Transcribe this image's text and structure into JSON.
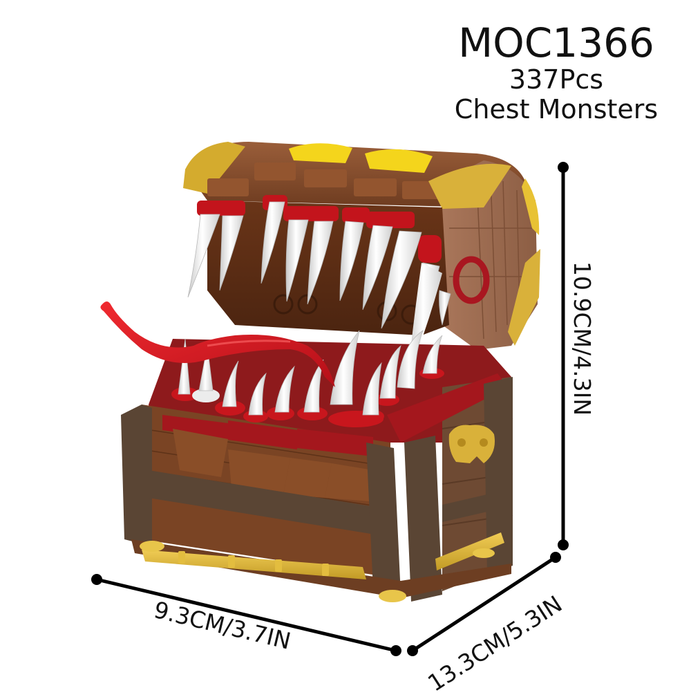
{
  "product": {
    "code": "MOC1366",
    "pieces": "337Pcs",
    "name": "Chest Monsters"
  },
  "dimensions": {
    "height": "10.9CM/4.3IN",
    "width": "9.3CM/3.7IN",
    "depth": "13.3CM/5.3IN"
  },
  "colors": {
    "background": "#ffffff",
    "text": "#111111",
    "dark_brown": "#5a4534",
    "reddish_brown": "#7a4424",
    "medium_brown": "#9a6a4a",
    "tan_brown": "#b08060",
    "dark_red": "#8e1a1c",
    "red": "#c8161d",
    "bright_red": "#e3202a",
    "white_teeth": "#ececec",
    "gold": "#d9b13a",
    "yellow": "#f1d21a"
  },
  "image": {
    "subject": "brick-built mimic treasure chest with open mouth, teeth and red tongue"
  }
}
